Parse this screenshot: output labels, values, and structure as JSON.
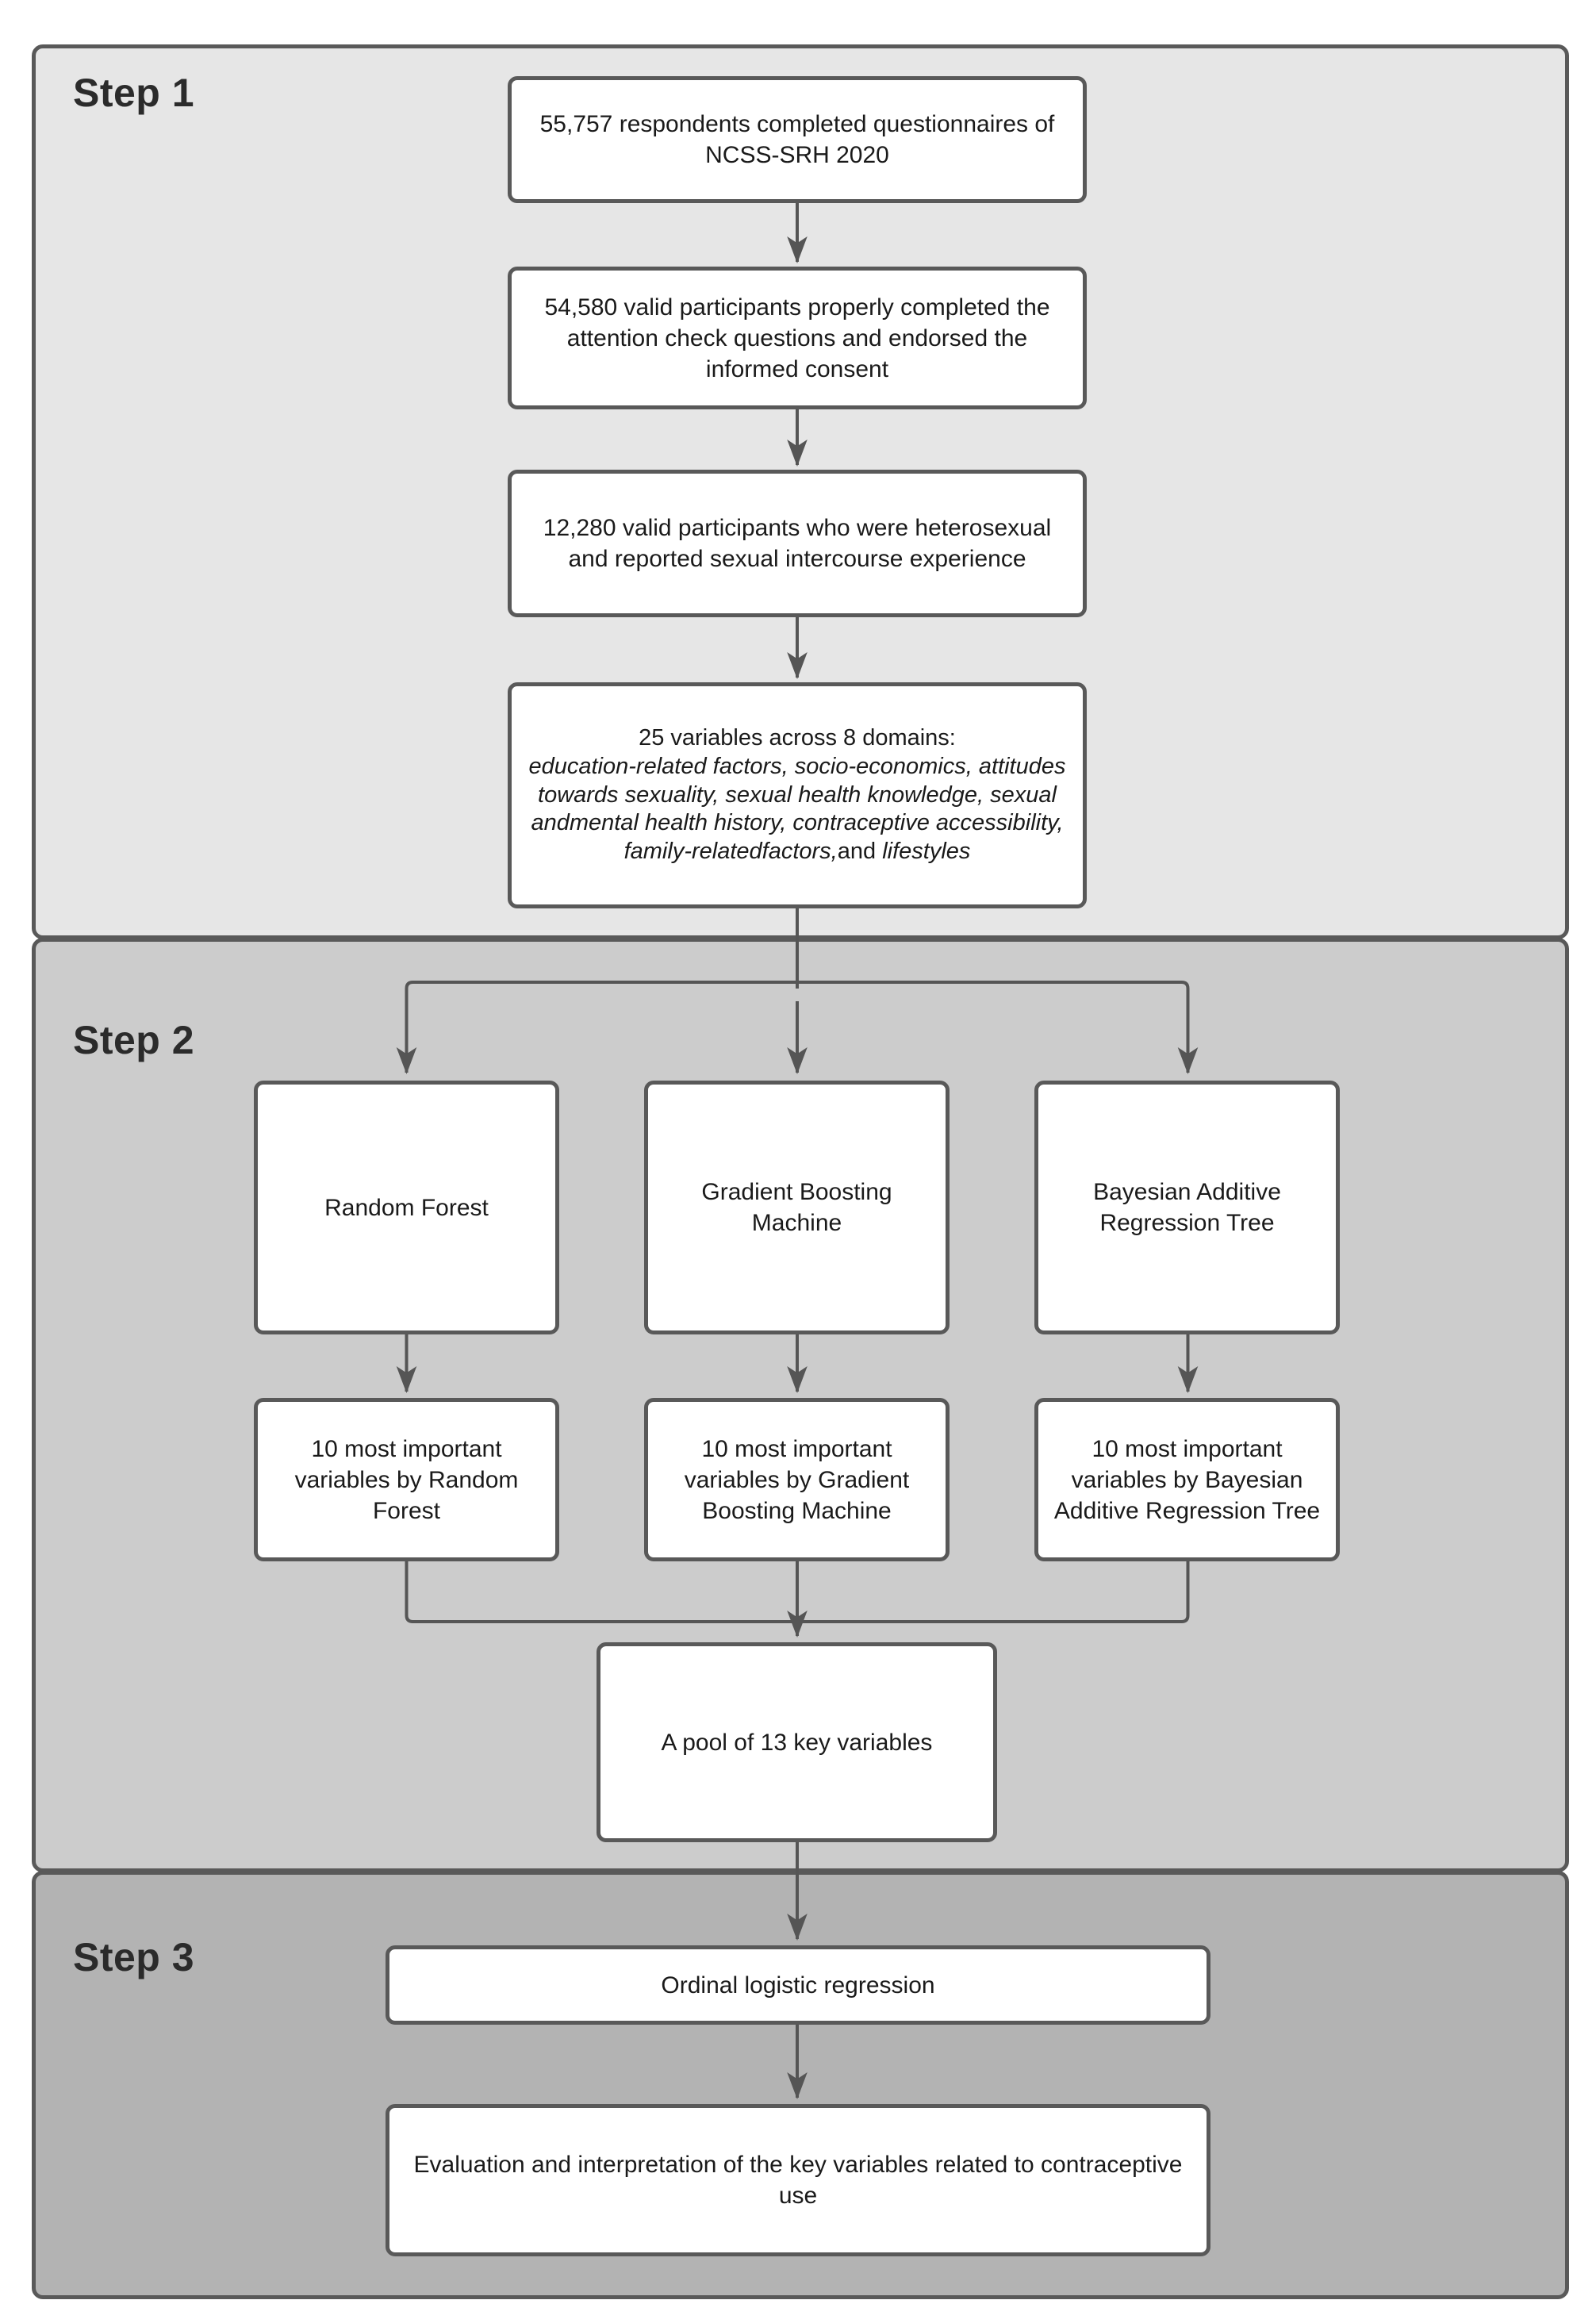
{
  "diagram": {
    "title": "Study flowchart",
    "colors": {
      "step1_bg": "#e6e6e6",
      "step2_bg": "#cccccc",
      "step3_bg": "#b3b3b3",
      "node_bg": "#ffffff",
      "stroke": "#595959",
      "text": "#1a1a1a"
    },
    "steps": [
      {
        "id": "step1",
        "label": "Step 1"
      },
      {
        "id": "step2",
        "label": "Step 2"
      },
      {
        "id": "step3",
        "label": "Step 3"
      }
    ],
    "nodes": {
      "respondents": "55,757 respondents completed questionnaires of NCSS-SRH 2020",
      "valid_consent": "54,580 valid participants properly completed the attention check questions and endorsed the informed consent",
      "heterosexual": "12,280 valid participants who were heterosexual and reported sexual intercourse experience",
      "variables_head": "25 variables across 8 domains:",
      "variables_domains": "education-related factors, socio-economics, attitudes towards sexuality, sexual health knowledge, sexual andmental health history, contraceptive accessibility, family-related",
      "variables_tail_a": "factors,",
      "variables_tail_b": "and ",
      "variables_tail_c": "lifestyles",
      "random_forest": "Random Forest",
      "gradient_boosting": "Gradient Boosting Machine",
      "bart": "Bayesian Additive Regression Tree",
      "top10_rf": "10 most important variables by Random Forest",
      "top10_gbm": "10 most important variables by Gradient Boosting Machine",
      "top10_bart": "10 most important variables by Bayesian Additive Regression Tree",
      "pool": "A pool of 13 key variables",
      "ordinal": "Ordinal logistic regression",
      "evaluation": "Evaluation and interpretation of the key variables related to contraceptive use"
    }
  }
}
